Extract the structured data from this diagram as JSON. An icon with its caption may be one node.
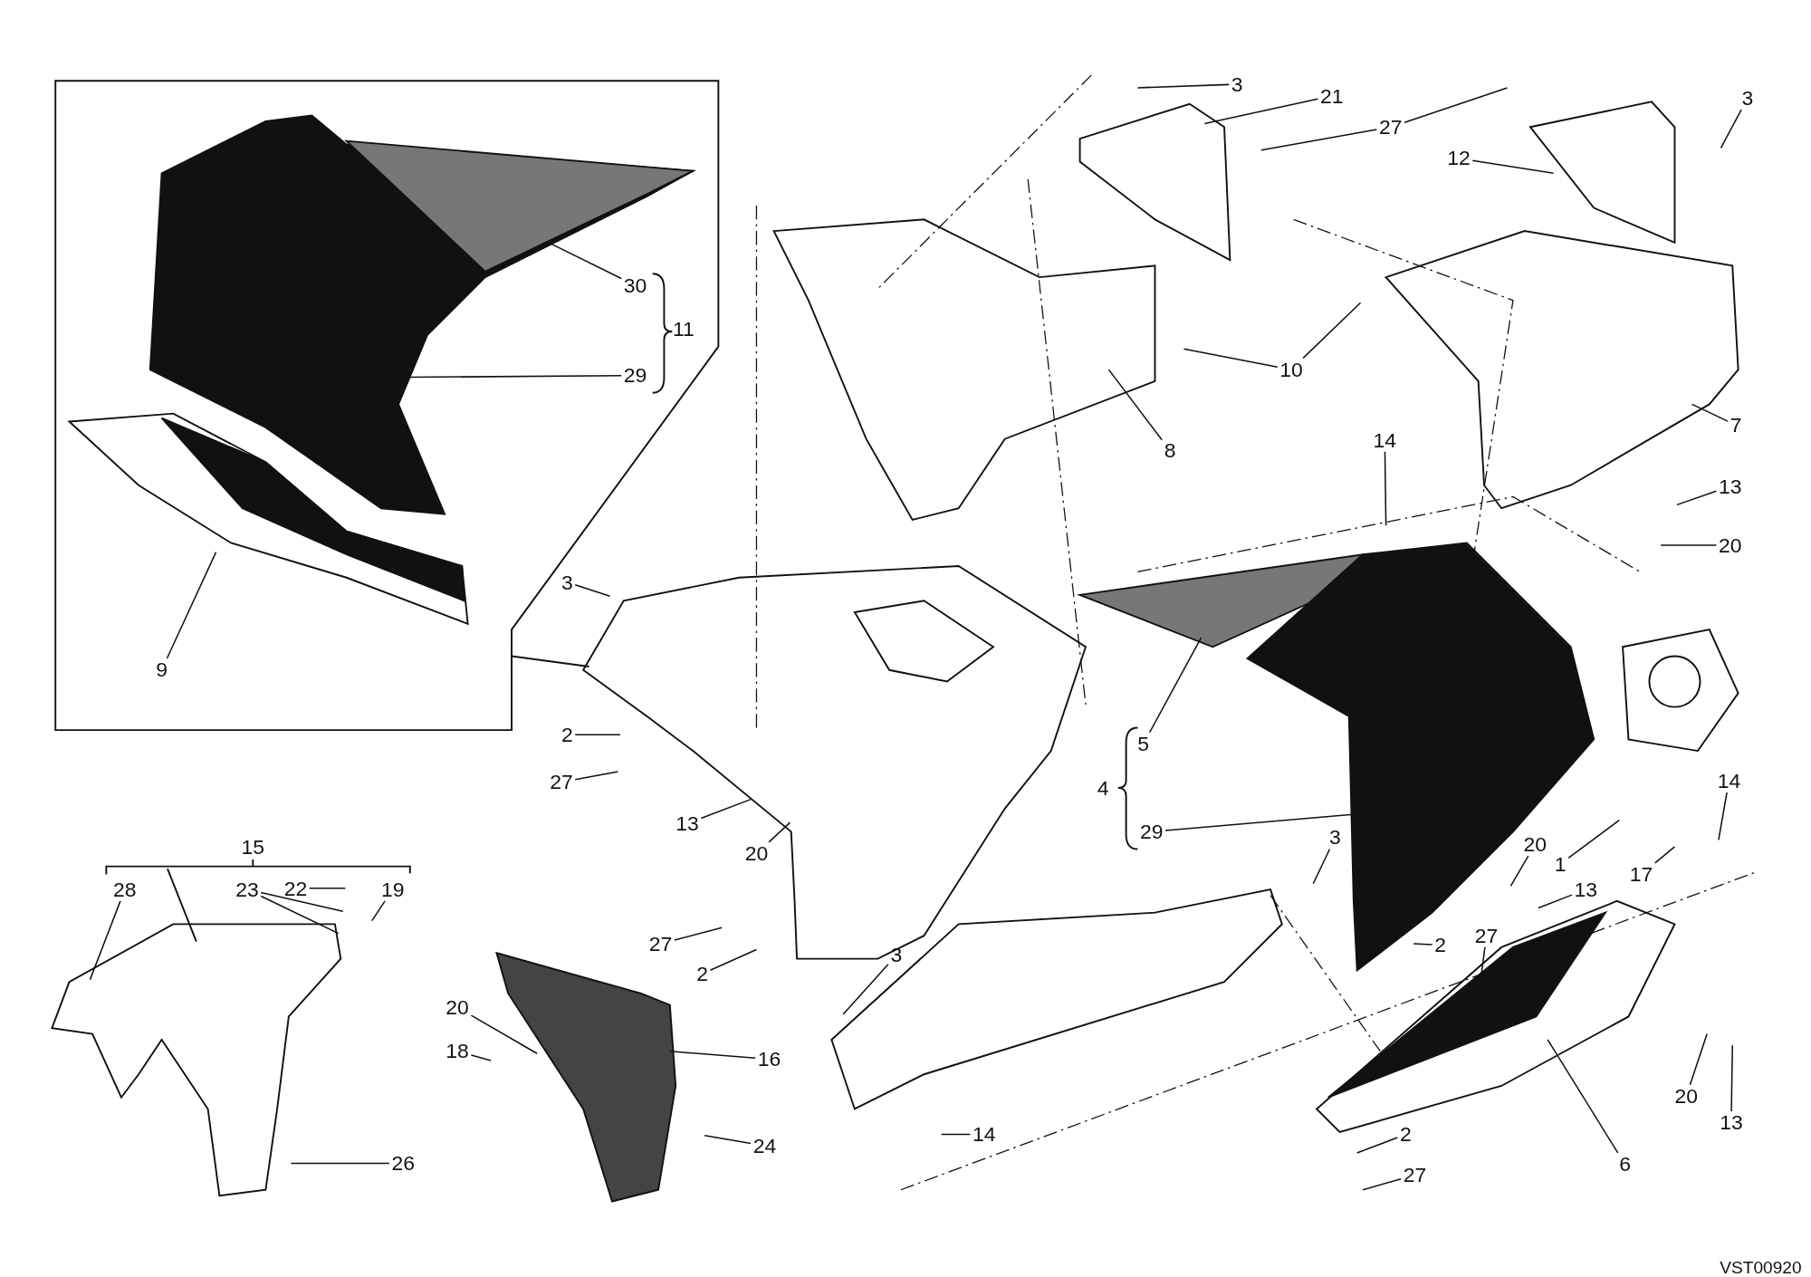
{
  "diagram": {
    "nodes": [
      {
        "text": [
          "3"
        ]
      },
      {
        "text": [
          "21"
        ]
      },
      {
        "text": [
          "27"
        ]
      },
      {
        "text": [
          "3"
        ]
      },
      {
        "text": [
          "12"
        ]
      },
      {
        "text": [
          "10"
        ]
      },
      {
        "text": [
          "8"
        ]
      },
      {
        "text": [
          "7"
        ]
      },
      {
        "text": [
          "14"
        ]
      },
      {
        "text": [
          "13"
        ]
      },
      {
        "text": [
          "20"
        ]
      },
      {
        "text": [
          "30"
        ]
      },
      {
        "text": [
          "11"
        ]
      },
      {
        "text": [
          "29"
        ]
      },
      {
        "text": [
          "9"
        ]
      },
      {
        "text": [
          "3"
        ]
      },
      {
        "text": [
          "2"
        ]
      },
      {
        "text": [
          "27"
        ]
      },
      {
        "text": [
          "13"
        ]
      },
      {
        "text": [
          "20"
        ]
      },
      {
        "text": [
          "5"
        ]
      },
      {
        "text": [
          "4"
        ]
      },
      {
        "text": [
          "29"
        ]
      },
      {
        "text": [
          "1"
        ]
      },
      {
        "text": [
          "14"
        ]
      },
      {
        "text": [
          "17"
        ]
      },
      {
        "text": [
          "3"
        ]
      },
      {
        "text": [
          "20"
        ]
      },
      {
        "text": [
          "13"
        ]
      },
      {
        "text": [
          "2"
        ]
      },
      {
        "text": [
          "27"
        ]
      },
      {
        "text": [
          "27"
        ]
      },
      {
        "text": [
          "2"
        ]
      },
      {
        "text": [
          "3"
        ]
      },
      {
        "text": [
          "15"
        ]
      },
      {
        "text": [
          "28"
        ]
      },
      {
        "text": [
          "23"
        ]
      },
      {
        "text": [
          "22"
        ]
      },
      {
        "text": [
          "19"
        ]
      },
      {
        "text": [
          "20"
        ]
      },
      {
        "text": [
          "18"
        ]
      },
      {
        "text": [
          "16"
        ]
      },
      {
        "text": [
          "24"
        ]
      },
      {
        "text": [
          "26"
        ]
      },
      {
        "text": [
          "14"
        ]
      },
      {
        "text": [
          "20"
        ]
      },
      {
        "text": [
          "13"
        ]
      },
      {
        "text": [
          "6"
        ]
      },
      {
        "text": [
          "2"
        ]
      },
      {
        "text": [
          "27"
        ]
      }
    ],
    "edges": [
      {
        "from": 0,
        "to": null,
        "arrow": "none"
      },
      {
        "from": 1,
        "to": null,
        "arrow": "none"
      },
      {
        "from": 2,
        "to": null,
        "arrow": "none"
      },
      {
        "from": 2,
        "to": null,
        "arrow": "none"
      },
      {
        "from": 3,
        "to": null,
        "arrow": "none"
      },
      {
        "from": 4,
        "to": null,
        "arrow": "none"
      },
      {
        "from": 5,
        "to": null,
        "arrow": "none"
      },
      {
        "from": 5,
        "to": null,
        "arrow": "none"
      },
      {
        "from": 6,
        "to": null,
        "arrow": "none"
      },
      {
        "from": 7,
        "to": null,
        "arrow": "none"
      },
      {
        "from": 8,
        "to": null,
        "arrow": "none"
      },
      {
        "from": 9,
        "to": null,
        "arrow": "none"
      },
      {
        "from": 10,
        "to": null,
        "arrow": "none"
      },
      {
        "from": 11,
        "to": null,
        "arrow": "none"
      },
      {
        "from": 13,
        "to": null,
        "arrow": "none"
      },
      {
        "from": 14,
        "to": null,
        "arrow": "none"
      },
      {
        "from": 15,
        "to": null,
        "arrow": "none"
      },
      {
        "from": 16,
        "to": null,
        "arrow": "none"
      },
      {
        "from": 17,
        "to": null,
        "arrow": "none"
      },
      {
        "from": 18,
        "to": null,
        "arrow": "none"
      },
      {
        "from": 19,
        "to": null,
        "arrow": "none"
      },
      {
        "from": 20,
        "to": null,
        "arrow": "none"
      },
      {
        "from": 22,
        "to": null,
        "arrow": "none"
      },
      {
        "from": 23,
        "to": null,
        "arrow": "none"
      },
      {
        "from": 24,
        "to": null,
        "arrow": "none"
      },
      {
        "from": 25,
        "to": null,
        "arrow": "none"
      },
      {
        "from": 26,
        "to": null,
        "arrow": "none"
      },
      {
        "from": 27,
        "to": null,
        "arrow": "none"
      },
      {
        "from": 28,
        "to": null,
        "arrow": "none"
      },
      {
        "from": 29,
        "to": null,
        "arrow": "none"
      },
      {
        "from": 30,
        "to": null,
        "arrow": "none"
      },
      {
        "from": 31,
        "to": null,
        "arrow": "none"
      },
      {
        "from": 32,
        "to": null,
        "arrow": "none"
      },
      {
        "from": 33,
        "to": null,
        "arrow": "none"
      },
      {
        "from": 35,
        "to": null,
        "arrow": "none"
      },
      {
        "from": 36,
        "to": null,
        "arrow": "none"
      },
      {
        "from": 36,
        "to": null,
        "arrow": "none"
      },
      {
        "from": 37,
        "to": null,
        "arrow": "none"
      },
      {
        "from": 38,
        "to": null,
        "arrow": "none"
      },
      {
        "from": 39,
        "to": null,
        "arrow": "none"
      },
      {
        "from": 40,
        "to": null,
        "arrow": "none"
      },
      {
        "from": 41,
        "to": null,
        "arrow": "none"
      },
      {
        "from": 42,
        "to": null,
        "arrow": "none"
      },
      {
        "from": 43,
        "to": null,
        "arrow": "none"
      },
      {
        "from": 44,
        "to": null,
        "arrow": "none"
      },
      {
        "from": 45,
        "to": null,
        "arrow": "none"
      },
      {
        "from": 46,
        "to": null,
        "arrow": "none"
      },
      {
        "from": 47,
        "to": null,
        "arrow": "none"
      },
      {
        "from": 48,
        "to": null,
        "arrow": "none"
      },
      {
        "from": 49,
        "to": null,
        "arrow": "none"
      }
    ],
    "labels": [
      "VST00920"
    ]
  }
}
